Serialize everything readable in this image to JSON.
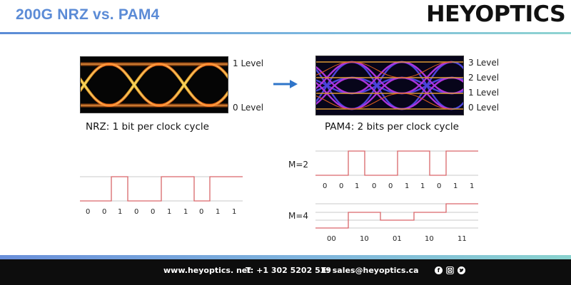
{
  "header": {
    "title": "200G NRZ vs. PAM4",
    "logo": "HEYOPTICS"
  },
  "nrz": {
    "levels": [
      "1 Level",
      "0 Level"
    ],
    "caption": "NRZ: 1 bit per clock cycle",
    "bits": [
      "0",
      "0",
      "1",
      "0",
      "0",
      "1",
      "1",
      "0",
      "1",
      "1"
    ]
  },
  "pam4": {
    "levels": [
      "3 Level",
      "2 Level",
      "1 Level",
      "0 Level"
    ],
    "caption": "PAM4: 2 bits per clock cycle"
  },
  "m2": {
    "label": "M=2",
    "bits": [
      "0",
      "0",
      "1",
      "0",
      "0",
      "1",
      "1",
      "0",
      "1",
      "1"
    ]
  },
  "m4": {
    "label": "M=4",
    "symbols": [
      "00",
      "10",
      "01",
      "10",
      "11"
    ]
  },
  "footer": {
    "website": "www.heyoptics. net",
    "phone": "T: +1 302 5202 539",
    "email": "E: sales@heyoptics.ca"
  },
  "colors": {
    "accent": "#5b8bd6",
    "arrow": "#2f75c9",
    "waveform": "#d9666a"
  },
  "icons": [
    "facebook-icon",
    "instagram-icon",
    "twitter-icon"
  ]
}
